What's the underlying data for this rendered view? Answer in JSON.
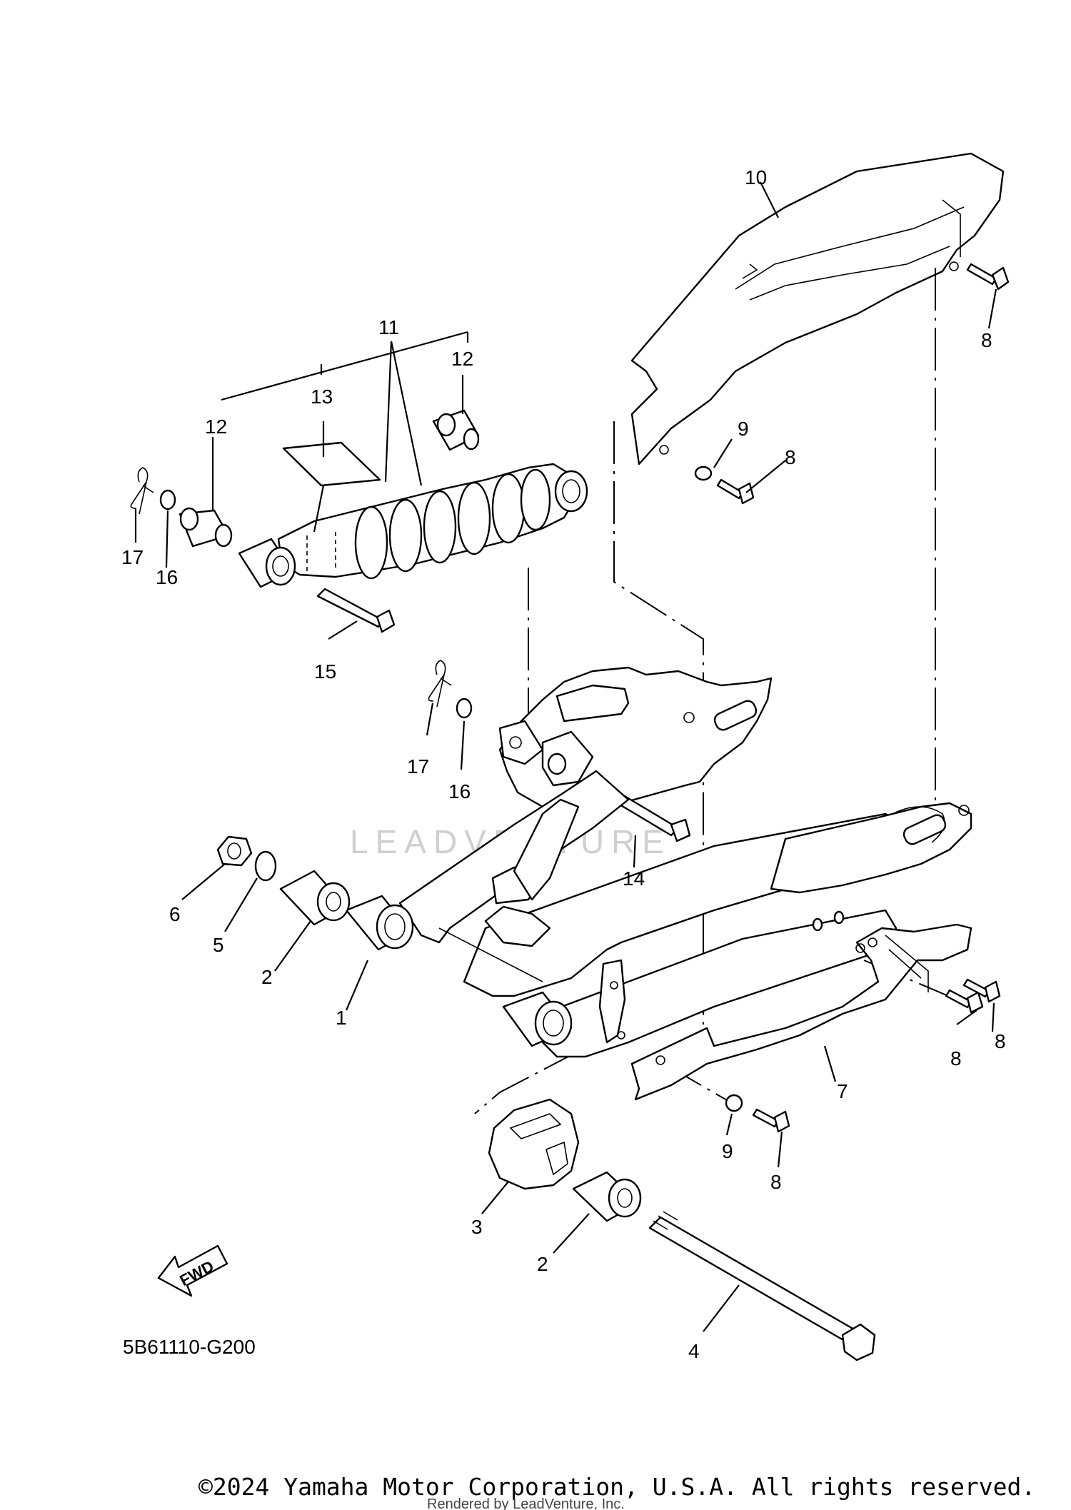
{
  "callouts": {
    "c1": "1",
    "c2a": "2",
    "c2b": "2",
    "c3": "3",
    "c4": "4",
    "c5": "5",
    "c6": "6",
    "c7": "7",
    "c8a": "8",
    "c8b": "8",
    "c8c": "8",
    "c8d": "8",
    "c8e": "8",
    "c9a": "9",
    "c9b": "9",
    "c10": "10",
    "c11": "11",
    "c12a": "12",
    "c12b": "12",
    "c13": "13",
    "c14": "14",
    "c15": "15",
    "c16a": "16",
    "c16b": "16",
    "c17a": "17",
    "c17b": "17"
  },
  "fwd_label": "FWD",
  "diagram_code": "5B61110-G200",
  "watermark": "LEADVENTURE",
  "copyright": "©2024 Yamaha Motor Corporation, U.S.A. All rights reserved.",
  "rendered_by": "Rendered by LeadVenture, Inc."
}
